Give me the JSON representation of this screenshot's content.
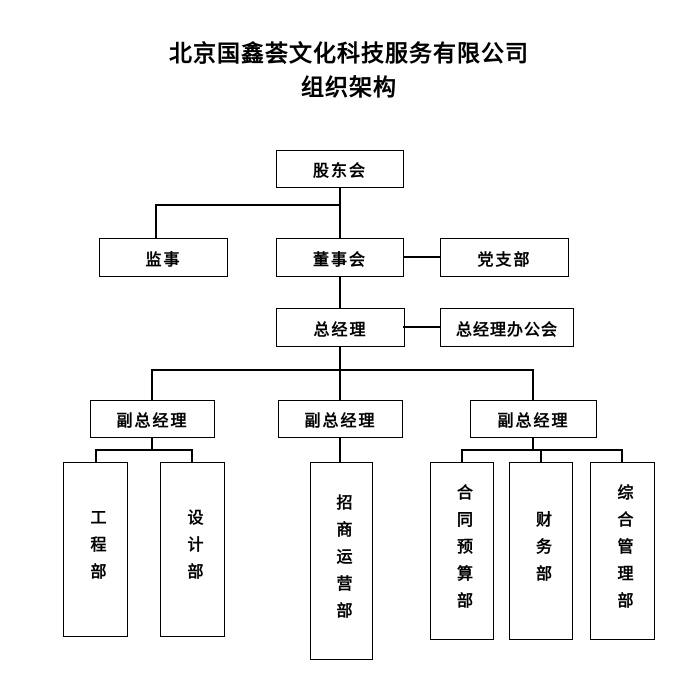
{
  "title": {
    "line1": "北京国鑫荟文化科技服务有限公司",
    "line2": "组织架构"
  },
  "nodes": {
    "shareholders": "股东会",
    "supervisor": "监事",
    "board": "董事会",
    "party_branch": "党支部",
    "general_manager": "总经理",
    "gm_office": "总经理办公会",
    "deputy_gm_left": "副总经理",
    "deputy_gm_middle": "副总经理",
    "deputy_gm_right": "副总经理",
    "engineering_dept": "工程部",
    "design_dept": "设计部",
    "investment_operations_dept": "招商运营部",
    "contract_budget_dept": "合同预算部",
    "finance_dept": "财务部",
    "general_management_dept": "综合管理部"
  }
}
